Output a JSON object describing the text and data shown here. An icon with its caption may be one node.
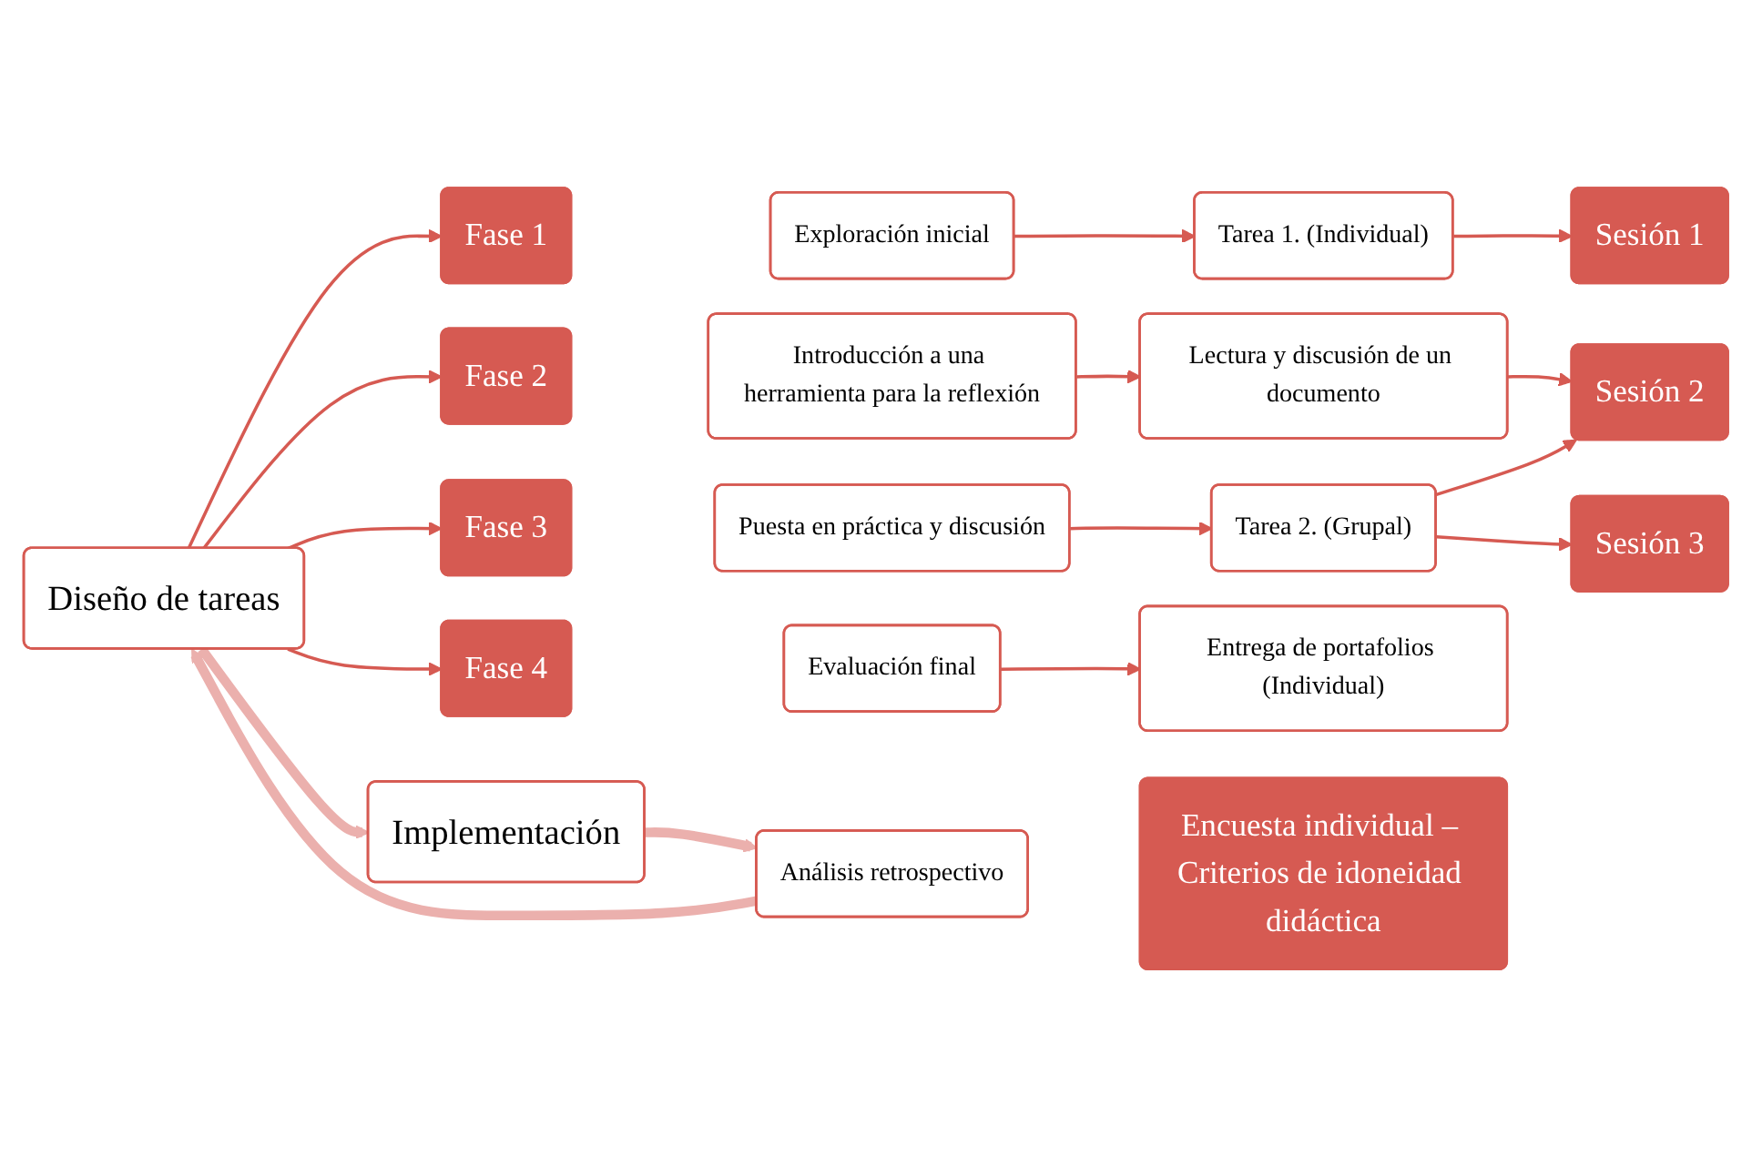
{
  "diagram": {
    "nodes": [
      {
        "text": [
          "Diseño de tareas"
        ]
      },
      {
        "text": [
          "Fase 1"
        ]
      },
      {
        "text": [
          "Exploración inicial"
        ]
      },
      {
        "text": [
          "Tarea 1. (Individual)"
        ]
      },
      {
        "text": [
          "Fase 2"
        ]
      },
      {
        "text": [
          "Introducción a una herramienta para la reflexión"
        ]
      },
      {
        "text": [
          "Lectura y discusión de un documento"
        ]
      },
      {
        "text": [
          "Fase 3"
        ]
      },
      {
        "text": [
          "Puesta en práctica y discusión"
        ]
      },
      {
        "text": [
          "Tarea 2. (Grupal)"
        ]
      },
      {
        "text": [
          "Fase 4"
        ]
      },
      {
        "text": [
          "Evaluación final"
        ]
      },
      {
        "text": [
          "Entrega de portafolios (Individual)"
        ]
      },
      {
        "text": [
          "Sesión 1"
        ]
      },
      {
        "text": [
          "Sesión 2"
        ]
      },
      {
        "text": [
          "Sesión 3"
        ]
      },
      {
        "text": [
          "Implementación"
        ]
      },
      {
        "text": [
          "Análisis retrospectivo"
        ]
      },
      {
        "text": [
          "Encuesta individual – Criterios de idoneidad didáctica"
        ]
      }
    ],
    "edges": [
      {
        "from": 0,
        "to": 1,
        "arrow": "to"
      },
      {
        "from": 0,
        "to": 4,
        "arrow": "to"
      },
      {
        "from": 0,
        "to": 7,
        "arrow": "to"
      },
      {
        "from": 0,
        "to": 10,
        "arrow": "to"
      },
      {
        "from": 2,
        "to": 3,
        "arrow": "to"
      },
      {
        "from": 5,
        "to": 6,
        "arrow": "to"
      },
      {
        "from": 8,
        "to": 9,
        "arrow": "to"
      },
      {
        "from": 11,
        "to": 12,
        "arrow": "to"
      },
      {
        "from": 3,
        "to": 13,
        "arrow": "to"
      },
      {
        "from": 6,
        "to": 14,
        "arrow": "to"
      },
      {
        "from": 9,
        "to": 14,
        "arrow": "to"
      },
      {
        "from": 9,
        "to": 15,
        "arrow": "to"
      },
      {
        "from": 0,
        "to": 16,
        "arrow": "to",
        "style": "thick",
        "color": "#ebb0ad"
      },
      {
        "from": 16,
        "to": 17,
        "arrow": "to",
        "style": "thick",
        "color": "#ebb0ad"
      },
      {
        "from": 17,
        "to": 0,
        "arrow": "to",
        "style": "thick",
        "color": "#ebb0ad"
      }
    ]
  }
}
